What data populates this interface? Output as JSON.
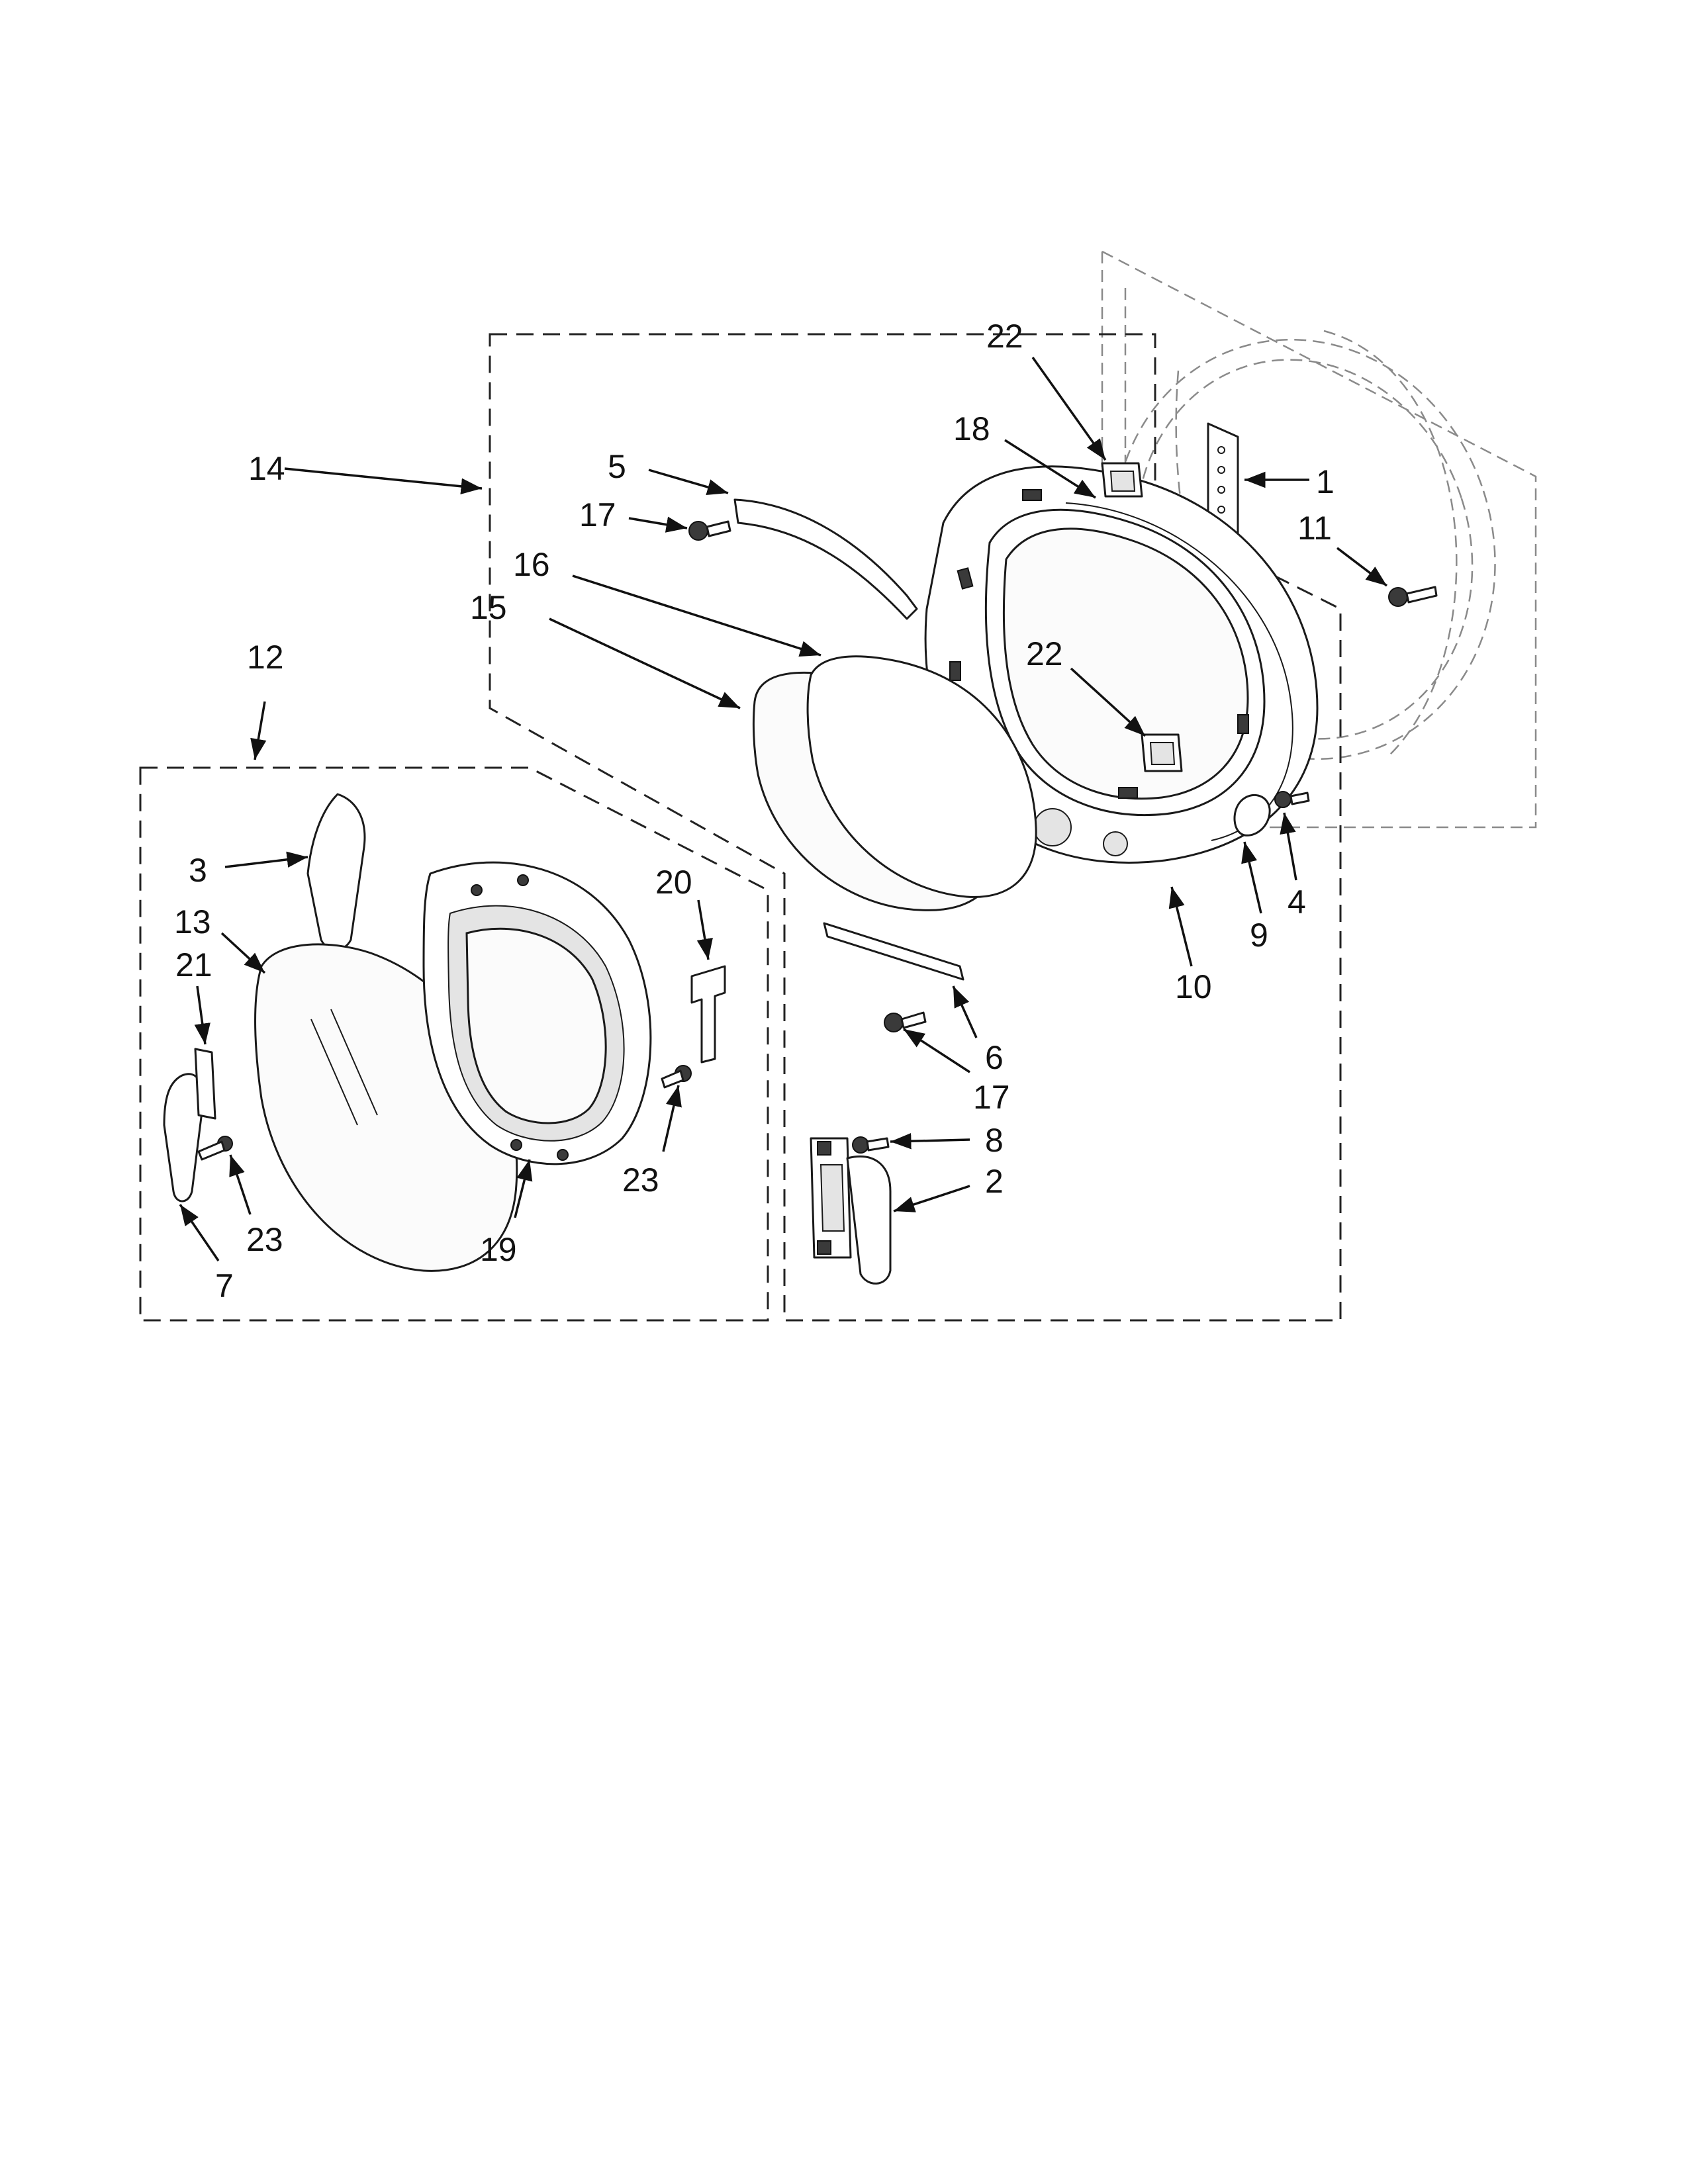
{
  "callouts": {
    "c1": "1",
    "c2": "2",
    "c3": "3",
    "c4": "4",
    "c5": "5",
    "c6": "6",
    "c7": "7",
    "c8": "8",
    "c9": "9",
    "c10": "10",
    "c11": "11",
    "c12": "12",
    "c13": "13",
    "c14": "14",
    "c15": "15",
    "c16": "16",
    "c17a": "17",
    "c17b": "17",
    "c18": "18",
    "c19": "19",
    "c20": "20",
    "c21": "21",
    "c22a": "22",
    "c22b": "22",
    "c23a": "23",
    "c23b": "23"
  }
}
